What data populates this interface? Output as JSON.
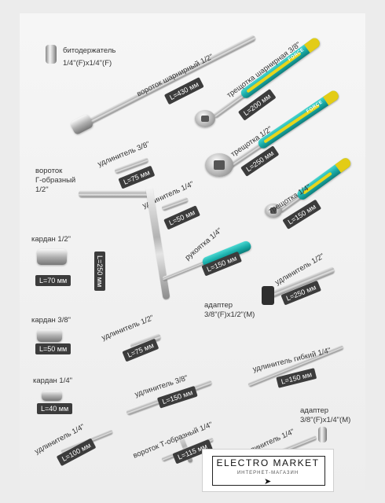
{
  "labels": {
    "bit_holder_title": "битодержатель",
    "bit_holder_size": "1/4\"(F)x1/4\"(F)",
    "hinged_wrench": "вороток шарнирный 1/2\"",
    "hinged_wrench_len": "L=430 мм",
    "hinged_ratchet": "трещотка шарнирная 3/8\"",
    "hinged_ratchet_len": "L=200 мм",
    "ratchet_12": "трещотка 1/2\"",
    "ratchet_12_len": "L=250 мм",
    "ratchet_14": "трещотка 1/4\"",
    "ratchet_14_len": "L=150 мм",
    "ext_38_short": "удлинитель 3/8\"",
    "ext_38_short_len": "L=75 мм",
    "ext_14_short": "удлинитель 1/4\"",
    "ext_14_short_len": "L=50 мм",
    "l_wrench_1": "вороток",
    "l_wrench_2": "Г-образный",
    "l_wrench_3": "1/2\"",
    "l_wrench_len": "L=250 мм",
    "handle_14": "рукоятка 1/4\"",
    "handle_14_len": "L=150 мм",
    "ext_12_long": "удлинитель 1/2\"",
    "ext_12_long_len": "L=250 мм",
    "adapter_1": "адаптер",
    "adapter_1_size": "3/8\"(F)x1/2\"(M)",
    "cardan_12": "кардан 1/2\"",
    "cardan_12_len": "L=70 мм",
    "cardan_38": "кардан 3/8\"",
    "cardan_38_len": "L=50 мм",
    "ext_12_short": "удлинитель 1/2\"",
    "ext_12_short_len": "L=75 мм",
    "cardan_14": "кардан 1/4\"",
    "cardan_14_len": "L=40 мм",
    "ext_38_long": "удлинитель 3/8\"",
    "ext_38_long_len": "L=150 мм",
    "flex_ext": "удлинитель гибкий 1/4\"",
    "flex_ext_len": "L=150 мм",
    "ext_14_long": "удлинитель 1/4\"",
    "ext_14_long_len": "L=100 мм",
    "t_wrench": "вороток Т-образный 1/4\"",
    "t_wrench_len": "L=115 мм",
    "ext_14_mid": "удлинитель 1/4\"",
    "adapter_2": "адаптер",
    "adapter_2_size": "3/8\"(F)x1/4\"(M)"
  },
  "logo": {
    "title": "ELECTRO MARKET",
    "subtitle": "ИНТЕРНЕТ-МАГАЗИН"
  },
  "brand_on_handles": "FORCE",
  "colors": {
    "handle_teal": "#19a9a5",
    "handle_yellow": "#e3cc16",
    "badge_dark": "#3c3c3c"
  }
}
